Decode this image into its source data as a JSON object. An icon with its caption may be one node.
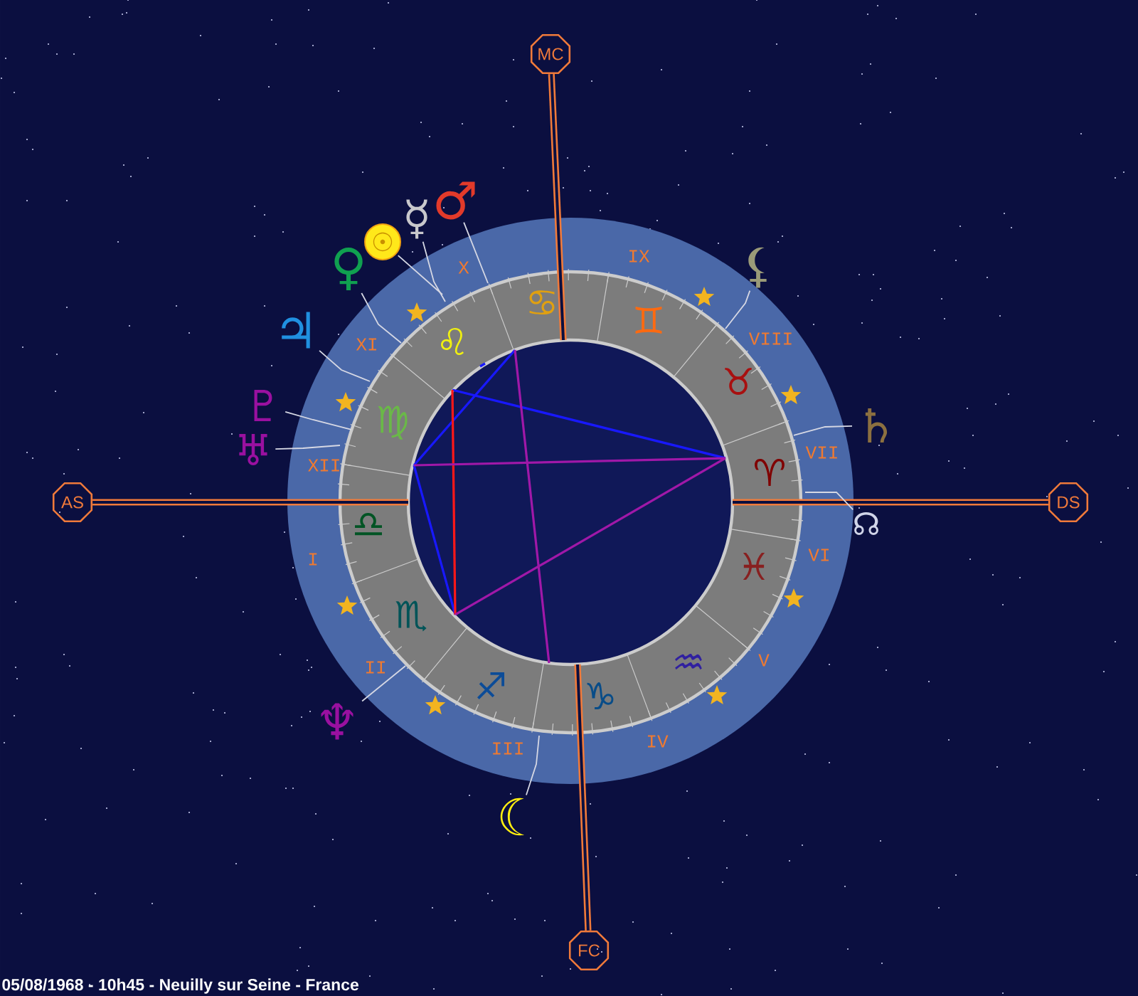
{
  "diagram": {
    "caption": "05/08/1968 - 10h45 - Neuilly sur Seine - France",
    "nodes": [
      {
        "text": [
          "MC"
        ]
      },
      {
        "text": [
          "♂"
        ]
      },
      {
        "text": [
          "☿"
        ]
      },
      {
        "text": [
          "☉"
        ]
      },
      {
        "text": [
          "♀"
        ]
      },
      {
        "text": [
          "⚸"
        ]
      },
      {
        "text": [
          "♃"
        ]
      },
      {
        "text": [
          "♇"
        ]
      },
      {
        "text": [
          "♄"
        ]
      },
      {
        "text": [
          "♅"
        ]
      },
      {
        "text": [
          "AS"
        ]
      },
      {
        "text": [
          "DS"
        ]
      },
      {
        "text": [
          "☊"
        ]
      },
      {
        "text": [
          "♆"
        ]
      },
      {
        "text": [
          "☾"
        ]
      },
      {
        "text": [
          "FC"
        ]
      }
    ],
    "edges": [
      {
        "from": 0,
        "to": null,
        "arrow": "none",
        "style": "thick",
        "color": "#f07a3a"
      },
      {
        "from": 1,
        "to": null,
        "arrow": "none"
      },
      {
        "from": 2,
        "to": null,
        "arrow": "none"
      },
      {
        "from": 3,
        "to": null,
        "arrow": "none"
      },
      {
        "from": 4,
        "to": null,
        "arrow": "none"
      },
      {
        "from": 5,
        "to": null,
        "arrow": "none"
      },
      {
        "from": 6,
        "to": null,
        "arrow": "none"
      },
      {
        "from": 7,
        "to": null,
        "arrow": "none"
      },
      {
        "from": 8,
        "to": null,
        "arrow": "none"
      },
      {
        "from": 9,
        "to": null,
        "arrow": "none"
      },
      {
        "from": 10,
        "to": null,
        "arrow": "none",
        "style": "thick",
        "color": "#f07a3a"
      },
      {
        "from": 11,
        "to": null,
        "arrow": "none",
        "style": "thick",
        "color": "#f07a3a"
      },
      {
        "from": 12,
        "to": null,
        "arrow": "none"
      },
      {
        "from": 13,
        "to": null,
        "arrow": "none"
      },
      {
        "from": 14,
        "to": null,
        "arrow": "none"
      },
      {
        "from": 15,
        "to": null,
        "arrow": "none",
        "style": "thick",
        "color": "#f07a3a"
      }
    ],
    "labels": [
      "♋",
      "♊",
      "♉",
      "♈",
      "♓",
      "♒",
      "♑",
      "♐",
      "♏",
      "♎",
      "♍",
      "♌",
      "X",
      "IX",
      "VIII",
      "VII",
      "VI",
      "V",
      "IV",
      "III",
      "II",
      "I",
      "XII",
      "XI"
    ]
  }
}
